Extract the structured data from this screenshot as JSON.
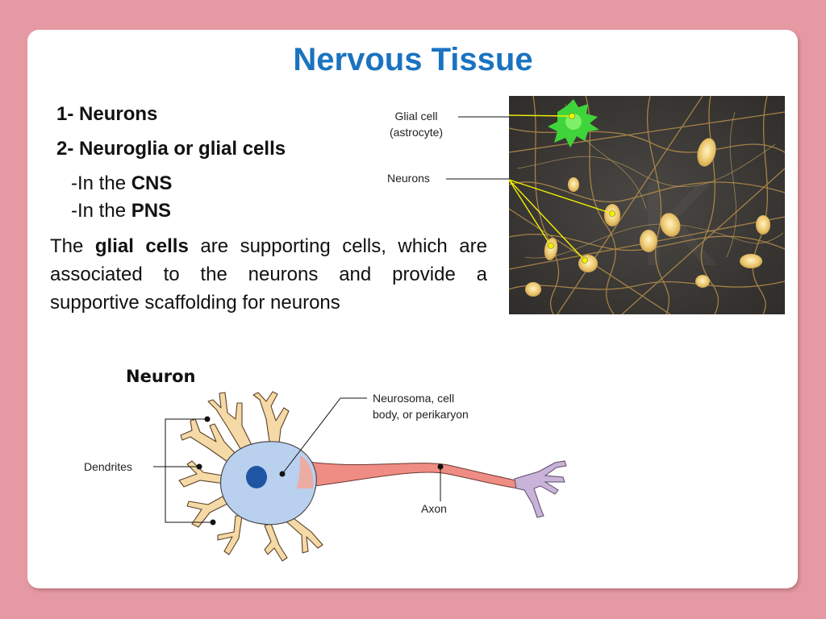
{
  "slide": {
    "title": "Nervous Tissue",
    "list": [
      {
        "label": "1- Neurons"
      },
      {
        "label": "2- Neuroglia or glial cells"
      }
    ],
    "sub_items": [
      {
        "prefix": "-In the ",
        "term": "CNS"
      },
      {
        "prefix": "-In the ",
        "term": "PNS"
      }
    ],
    "paragraph": {
      "lead": "The ",
      "term": "glial cells",
      "rest": " are supporting cells, which are associated to the neurons and provide a supportive scaffolding for neurons"
    }
  },
  "micrograph": {
    "glial_label_line1": "Glial cell",
    "glial_label_line2": "(astrocyte)",
    "neurons_label": "Neurons",
    "colors": {
      "background": "#3a3835",
      "neuron": "#e9c978",
      "astrocyte": "#39d33a",
      "pointer": "#f2f200"
    }
  },
  "neuron_diagram": {
    "heading": "Neuron",
    "dendrites_label": "Dendrites",
    "soma_label_line1": "Neurosoma, cell",
    "soma_label_line2": "body, or perikaryon",
    "axon_label": "Axon",
    "colors": {
      "soma": "#b9d0ef",
      "nucleus": "#1f55a3",
      "dendrite": "#f5d9a6",
      "axon": "#ef8c83",
      "terminal": "#c9b3d8"
    }
  }
}
